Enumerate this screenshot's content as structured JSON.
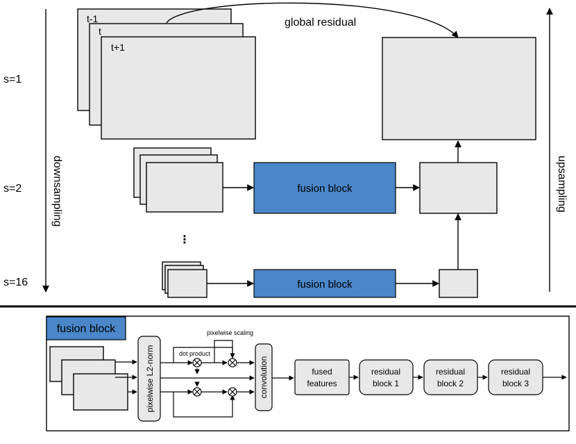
{
  "top": {
    "frame_labels": [
      "t-1",
      "t",
      "t+1"
    ],
    "global_residual": "global residual",
    "scale_labels": [
      "s=1",
      "s=2",
      "s=16"
    ],
    "downsampling": "downsampling",
    "upsampling": "upsampling",
    "ellipsis": "⋮",
    "fusion_block_1": "fusion block",
    "fusion_block_2": "fusion block"
  },
  "bottom": {
    "title": "fusion block",
    "l2norm": "pixelwise L2-norm",
    "dot_product": "dot product",
    "pixelwise_scaling": "pixelwise scaling",
    "convolution": "convolution",
    "fused_features_line1": "fused",
    "fused_features_line2": "features",
    "residual_1_line1": "residual",
    "residual_1_line2": "block 1",
    "residual_2_line1": "residual",
    "residual_2_line2": "block 2",
    "residual_3_line1": "residual",
    "residual_3_line2": "block 3"
  },
  "colors": {
    "fusion_block": "#4a86c8",
    "box_fill": "#e8e8e8"
  }
}
